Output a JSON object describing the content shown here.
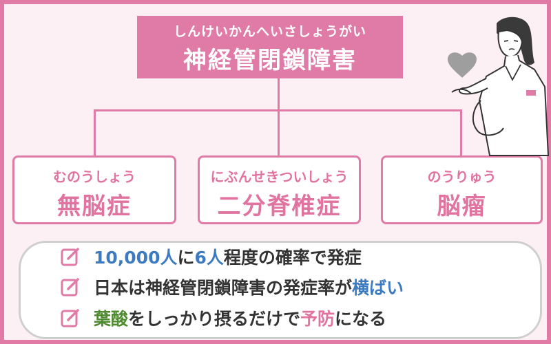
{
  "colors": {
    "accent": "#e07aa7",
    "frame": "#e17ba6",
    "blue": "#3d7bc1",
    "green": "#4e8b2e"
  },
  "top": {
    "ruby": "しんけいかんへいさしょうがい",
    "title": "神経管閉鎖障害"
  },
  "children": [
    {
      "ruby": "むのうしょう",
      "title": "無脳症"
    },
    {
      "ruby": "にぶんせきついしょう",
      "title": "二分脊椎症"
    },
    {
      "ruby": "のうりゅう",
      "title": "脳瘤"
    }
  ],
  "facts": [
    {
      "icon": "checkbox-pencil-icon",
      "parts": [
        {
          "text": "10,000人",
          "style": "blue"
        },
        {
          "text": "に",
          "style": "plain"
        },
        {
          "text": "6人",
          "style": "blue"
        },
        {
          "text": "程度の確率で発症",
          "style": "plain"
        }
      ]
    },
    {
      "icon": "checkbox-pencil-icon",
      "parts": [
        {
          "text": "日本は神経管閉鎖障害の発症率が",
          "style": "plain"
        },
        {
          "text": "横ばい",
          "style": "blue"
        }
      ]
    },
    {
      "icon": "checkbox-pencil-icon",
      "parts": [
        {
          "text": "葉酸",
          "style": "green"
        },
        {
          "text": "をしっかり摂るだけで",
          "style": "plain"
        },
        {
          "text": "予防",
          "style": "pink"
        },
        {
          "text": "になる",
          "style": "plain"
        }
      ]
    }
  ],
  "illustration": {
    "icon": "nurse-with-heart-icon"
  }
}
